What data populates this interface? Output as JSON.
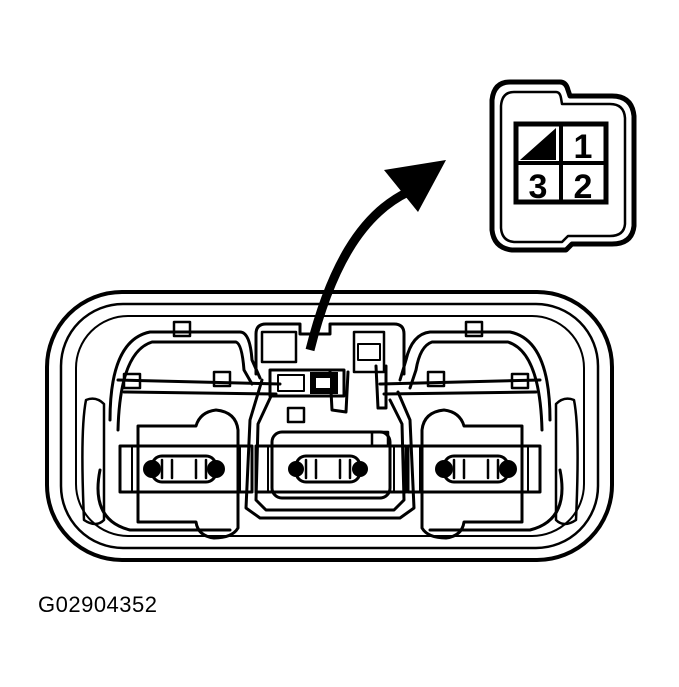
{
  "connector": {
    "pins": [
      "1",
      "3",
      "2"
    ]
  },
  "figure": {
    "id": "G02904352"
  },
  "colors": {
    "ink": "#000000",
    "paper": "#ffffff"
  }
}
